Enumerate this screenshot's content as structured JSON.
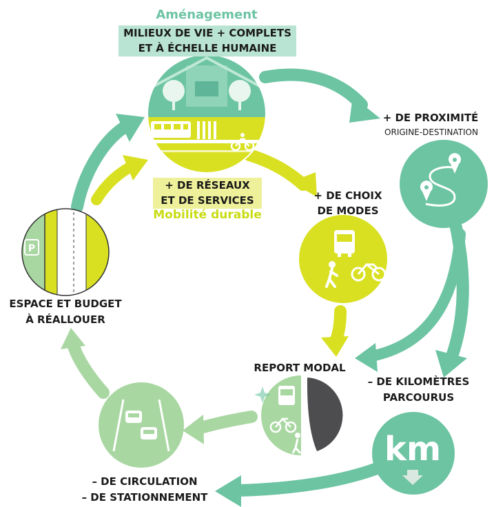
{
  "top": {
    "category": "Aménagement",
    "line1": "MILIEUX DE VIE + COMPLETS",
    "line2": "ET À ÉCHELLE HUMAINE"
  },
  "networks": {
    "line1": "+ DE RÉSEAUX",
    "line2": "ET DE SERVICES",
    "category": "Mobilité durable"
  },
  "proximity": {
    "line1": "+ DE PROXIMITÉ",
    "line2": "ORIGINE-DESTINATION"
  },
  "modes": {
    "line1": "+ DE CHOIX",
    "line2": "DE MODES"
  },
  "modal_shift": {
    "label": "REPORT MODAL"
  },
  "km": {
    "line1": "– DE KILOMÈTRES",
    "line2": "PARCOURUS",
    "icon_text": "km"
  },
  "traffic": {
    "line1": "– DE CIRCULATION",
    "line2": "– DE STATIONNEMENT"
  },
  "space": {
    "line1": "ESPACE ET BUDGET",
    "line2": "À RÉALLOUER",
    "parking_letter": "P"
  },
  "colors": {
    "teal": "#6cc4a3",
    "teal_light": "#b9e3d2",
    "lime": "#d9e021",
    "lime_light": "#eef09a",
    "pale_green": "#a9d7a2",
    "dark_gray": "#4d4d4f"
  }
}
